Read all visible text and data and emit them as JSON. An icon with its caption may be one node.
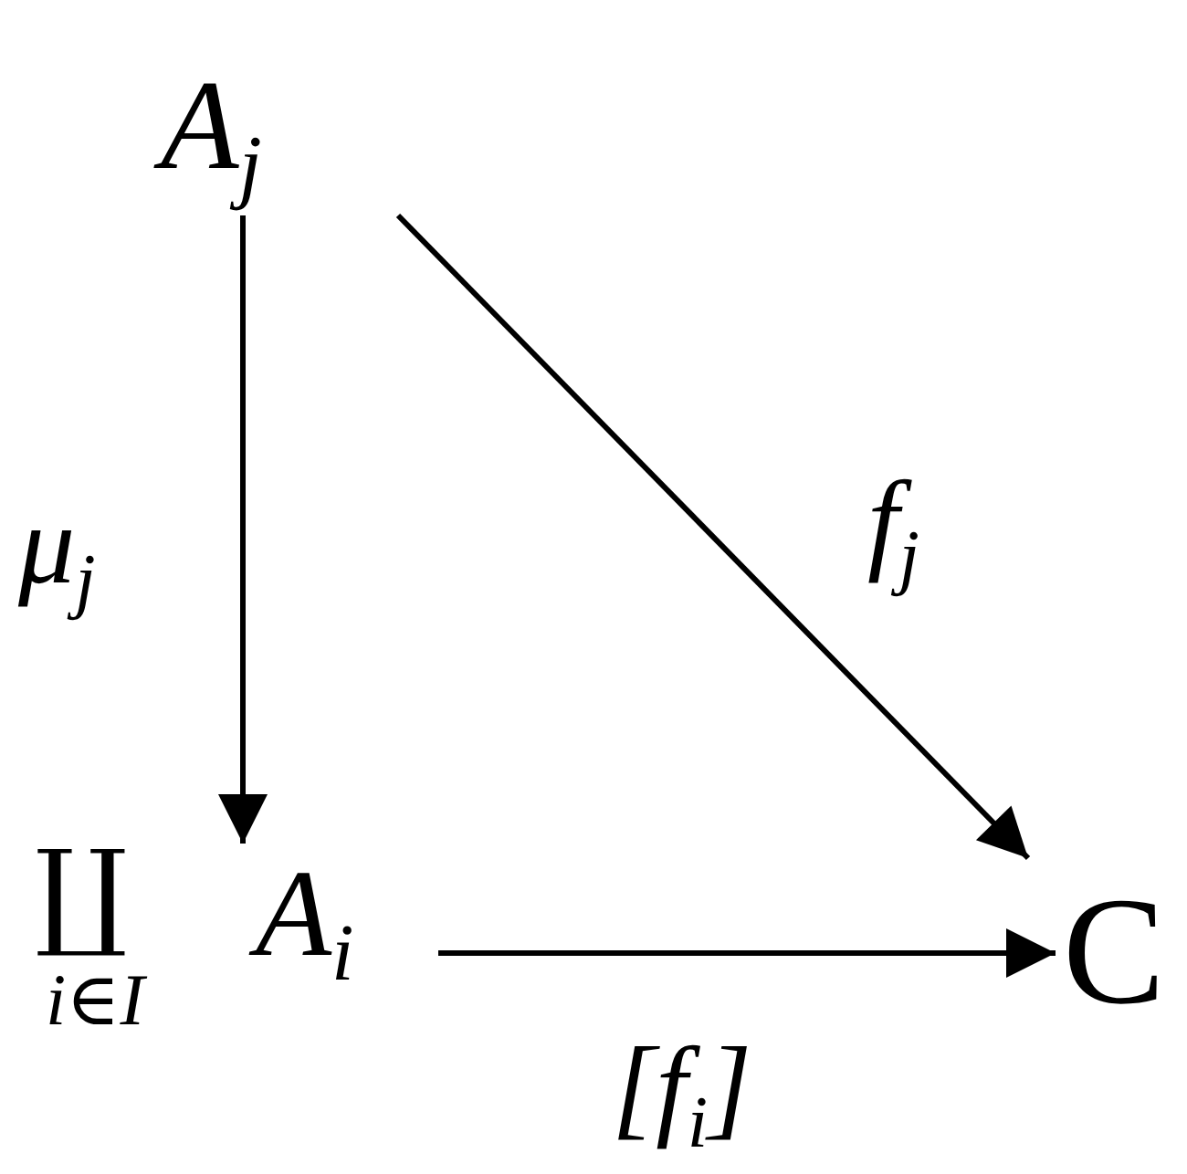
{
  "diagram": {
    "nodes": [
      {
        "text": [
          "A$_{j}$"
        ]
      },
      {
        "text": [
          "∐",
          "i∈I",
          "A$_{i}$"
        ]
      },
      {
        "text": [
          "C"
        ]
      }
    ],
    "edges": [
      {
        "from": 0,
        "to": 1,
        "arrow": "to",
        "label": "μ$_{j}$"
      },
      {
        "from": 0,
        "to": 2,
        "arrow": "to",
        "label": "f$_{j}$"
      },
      {
        "from": 1,
        "to": 2,
        "arrow": "to",
        "label": "[f$_{i}$]"
      }
    ]
  }
}
